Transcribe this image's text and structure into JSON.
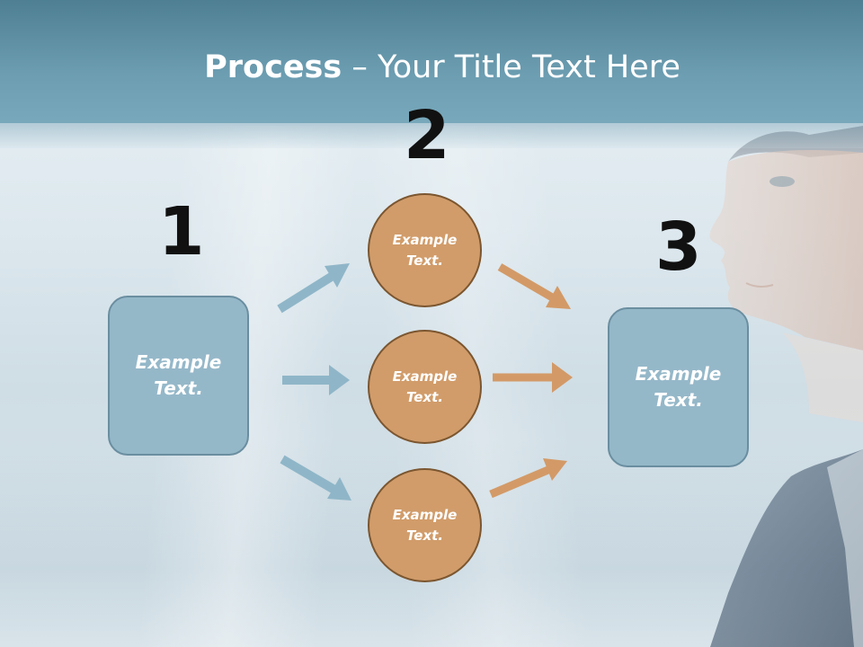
{
  "title": {
    "bold": "Process",
    "rest": " – Your Title Text Here"
  },
  "steps": {
    "num1": "1",
    "num2": "2",
    "num3": "3"
  },
  "boxes": {
    "left": {
      "line1": "Example",
      "line2": "Text."
    },
    "right": {
      "line1": "Example",
      "line2": "Text."
    }
  },
  "circles": [
    {
      "line1": "Example",
      "line2": "Text."
    },
    {
      "line1": "Example",
      "line2": "Text."
    },
    {
      "line1": "Example",
      "line2": "Text."
    }
  ],
  "colors": {
    "header": "#6c9db1",
    "box_fill": "#95b8c9",
    "circle_fill": "#d19c6a",
    "blue_arrow": "#8fb6c8",
    "orange_arrow": "#d39a67"
  }
}
